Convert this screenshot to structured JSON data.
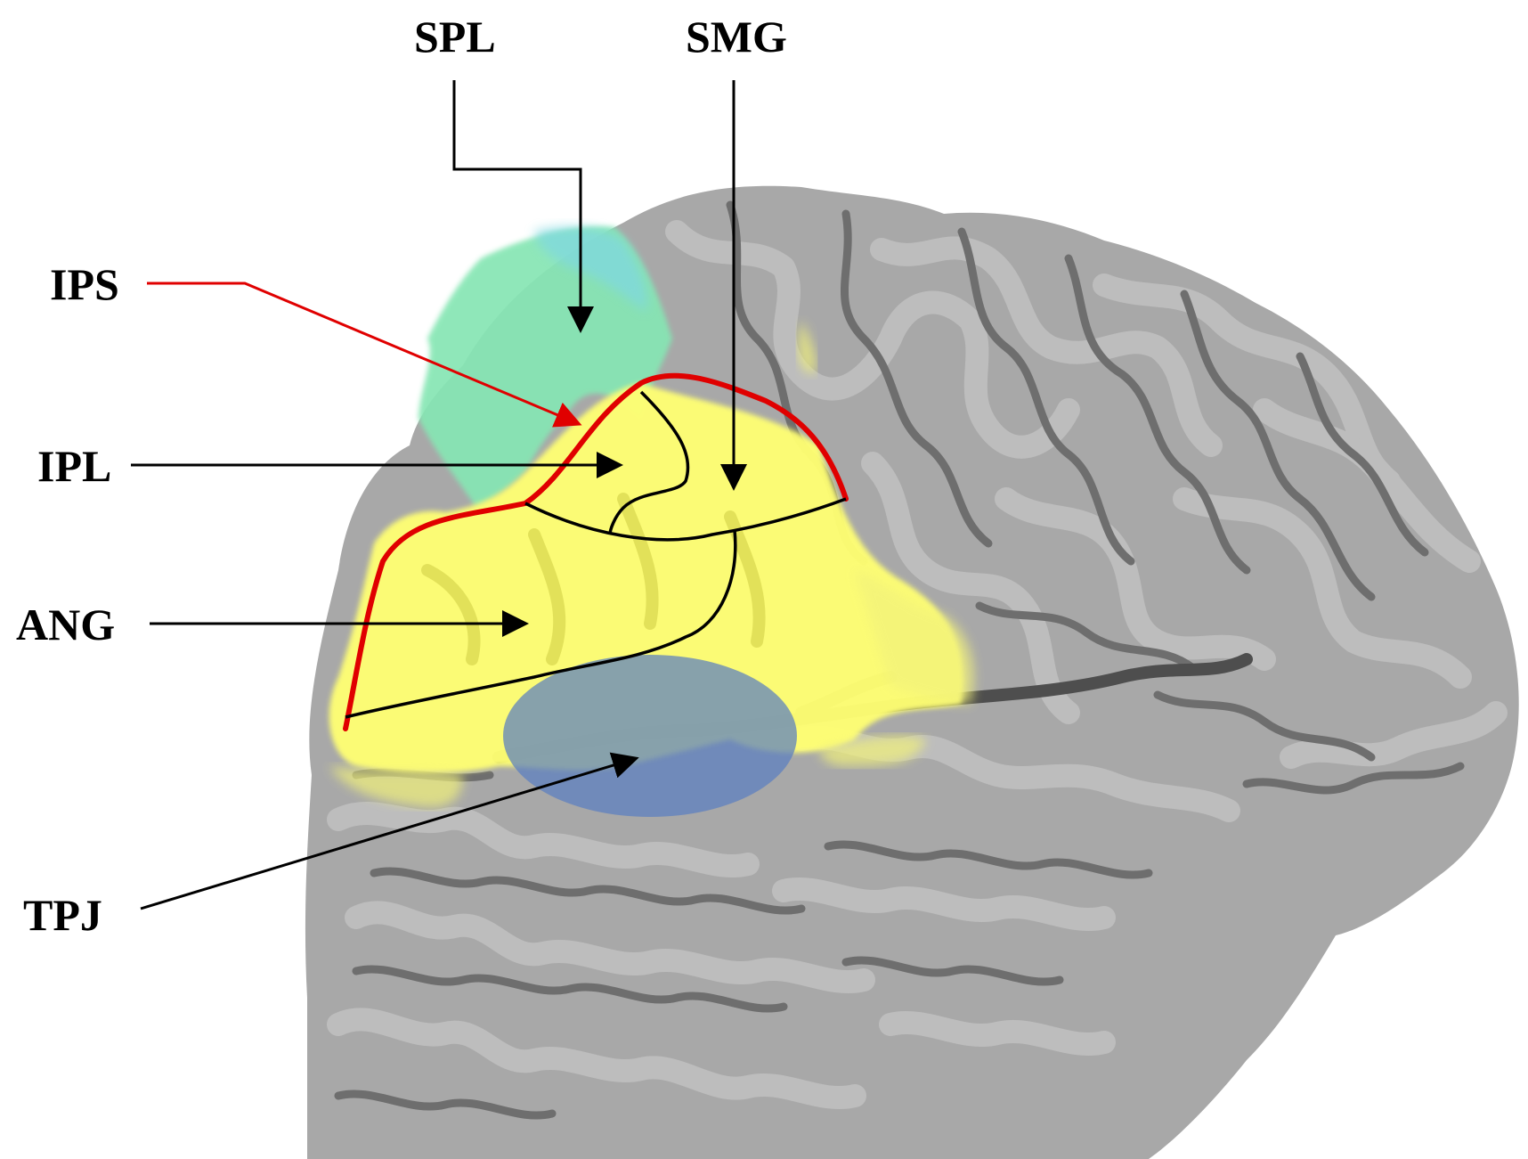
{
  "labels": {
    "spl": "SPL",
    "smg": "SMG",
    "ips": "IPS",
    "ipl": "IPL",
    "ang": "ANG",
    "tpj": "TPJ"
  },
  "colors": {
    "cortex": "#a8a8a8",
    "spl_region": "#86e6b4",
    "ipl_region": "#ffff73",
    "tpj_region": "#5a7ec0",
    "ips_line": "#e00000",
    "arrow": "#000000"
  }
}
